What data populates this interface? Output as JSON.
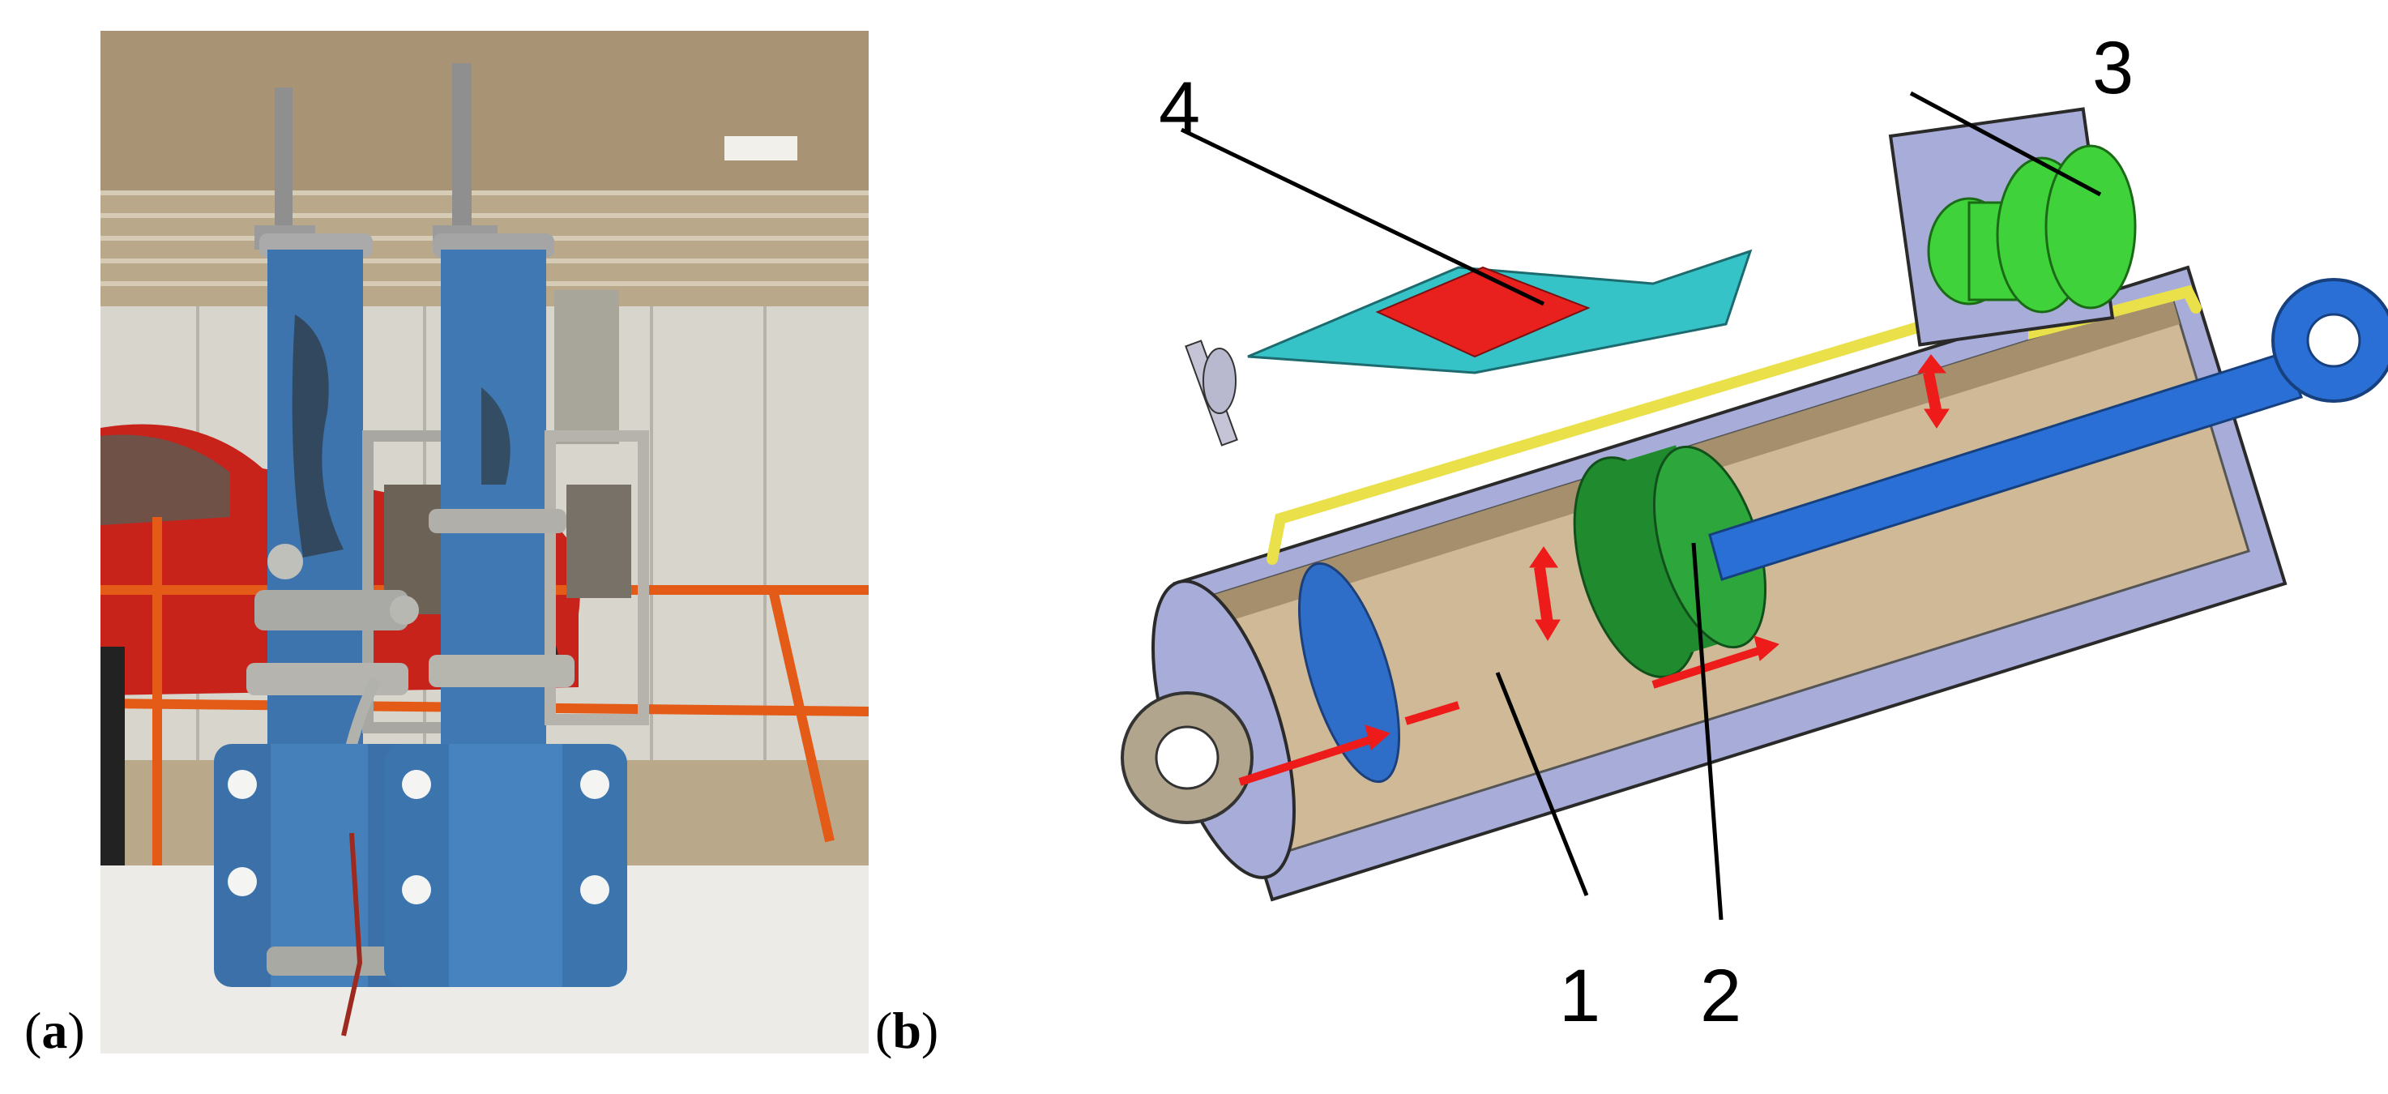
{
  "panels": {
    "a": {
      "open": "(",
      "letter": "a",
      "close": ")"
    },
    "b": {
      "open": "(",
      "letter": "b",
      "close": ")"
    }
  },
  "callouts": {
    "c1": "1",
    "c2": "2",
    "c3": "3",
    "c4": "4"
  },
  "colors": {
    "cylinder_blue": "#3c79b9",
    "piston_green": "#1f8a2e",
    "valve_green": "#3fd23a",
    "chamber_red": "#e8201e",
    "arrow_red": "#ee1b1b",
    "tube_yellow": "#e9e04a",
    "rod_blue": "#2a6fd6",
    "housing_lilac": "#a8acd8"
  }
}
